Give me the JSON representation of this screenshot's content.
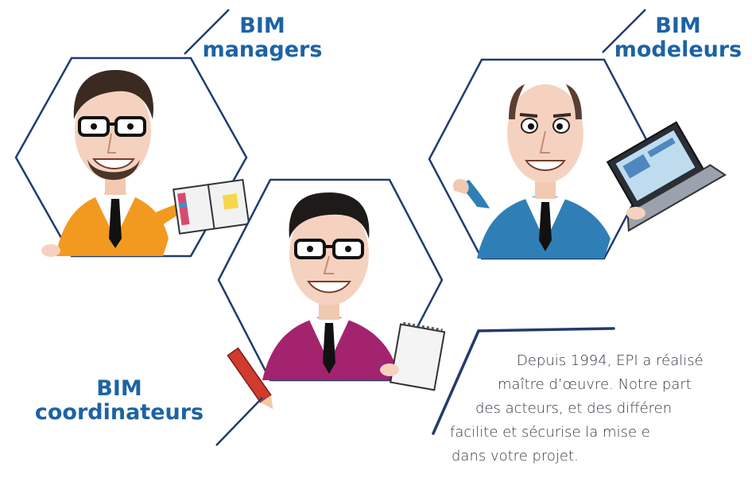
{
  "colors": {
    "accent": "#1d63a4",
    "navy": "#243a6b",
    "text": "#333a44"
  },
  "roles": [
    {
      "line1": "BIM",
      "line2": "managers"
    },
    {
      "line1": "BIM",
      "line2": "modeleurs"
    },
    {
      "line1": "BIM",
      "line2": "coordinateurs"
    }
  ],
  "paragraph_lines": [
    "Depuis 1994, EPI a réalisé",
    "maître d’œuvre. Notre part",
    "des acteurs, et des différen",
    "facilite et sécurise la mise e",
    "dans votre projet."
  ]
}
